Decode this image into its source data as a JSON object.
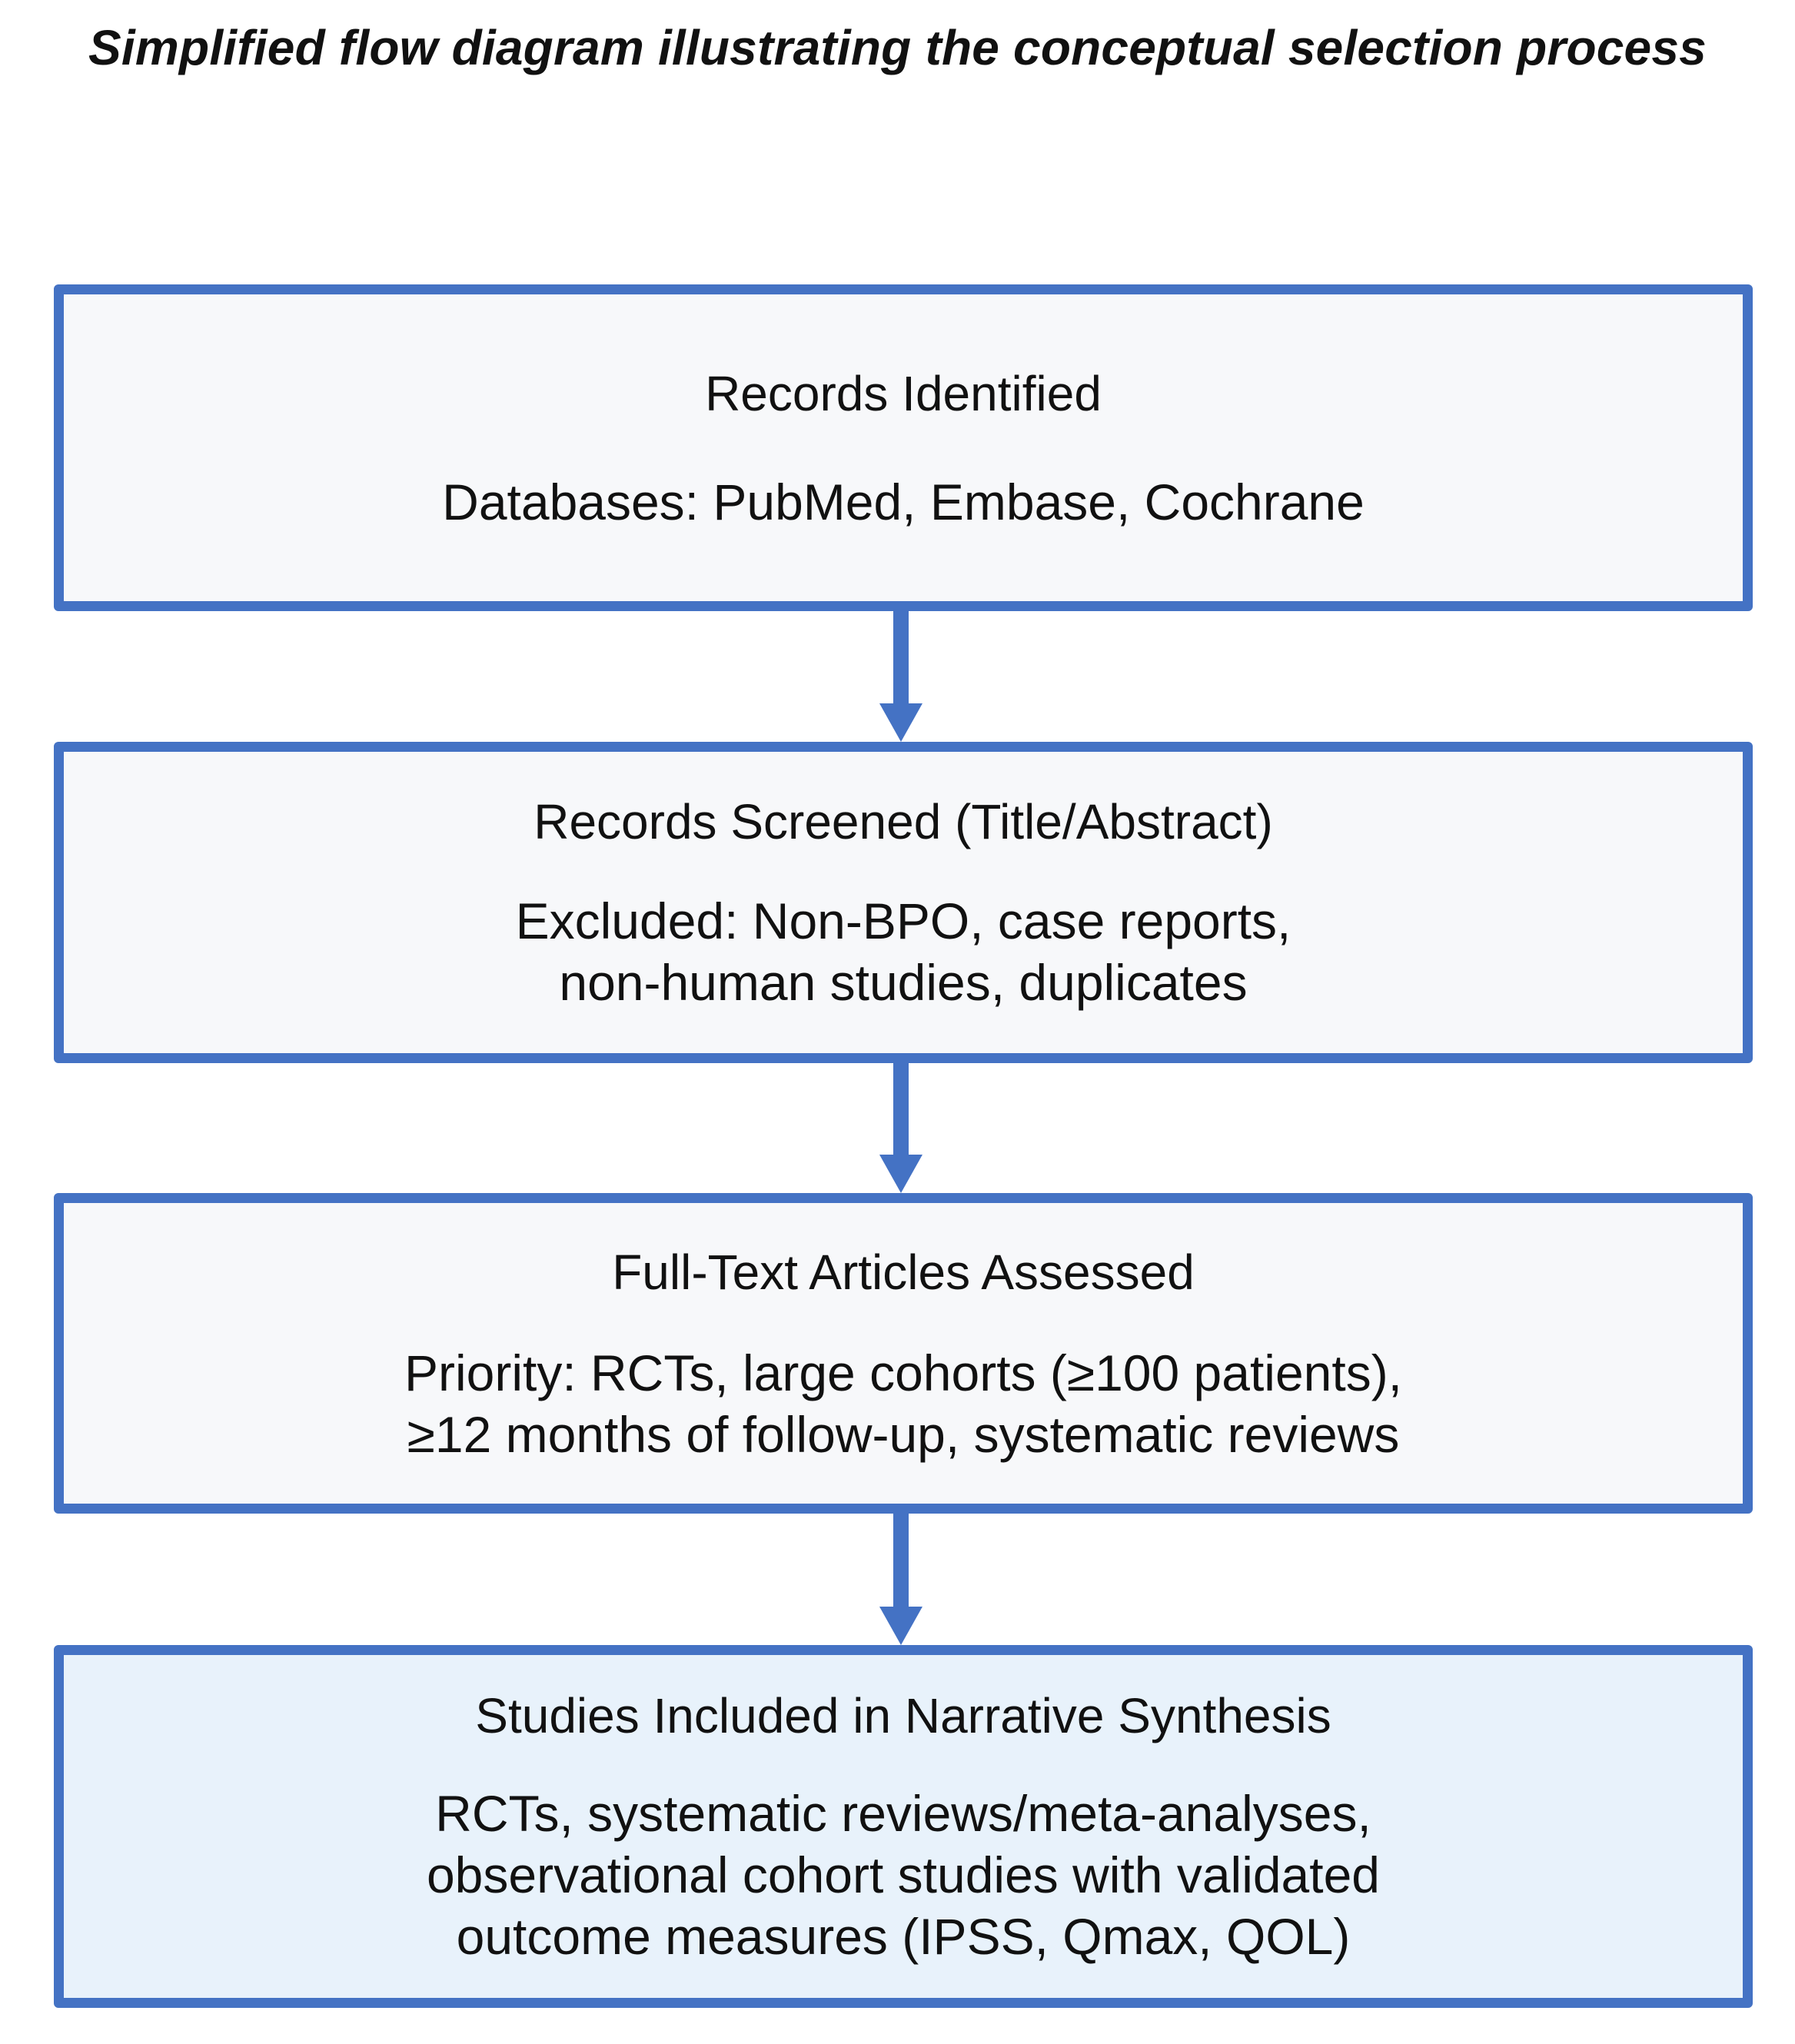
{
  "figure": {
    "title": "Simplified flow diagram illustrating the conceptual selection process",
    "colors": {
      "box_border": "#4472C4",
      "box_fill_plain": "#F7F8FA",
      "box_fill_accent": "#E8F2FB",
      "arrow": "#4472C4",
      "text": "#111111",
      "background": "#FFFFFF"
    }
  },
  "flow": {
    "steps": [
      {
        "id": "records-identified",
        "heading": "Records Identified",
        "body_lines": [
          "Databases: PubMed, Embase, Cochrane"
        ],
        "fill": "plain"
      },
      {
        "id": "records-screened",
        "heading": "Records Screened (Title/Abstract)",
        "body_lines": [
          "Excluded: Non-BPO, case reports,",
          "non-human studies, duplicates"
        ],
        "fill": "plain"
      },
      {
        "id": "full-text-assessed",
        "heading": "Full-Text Articles Assessed",
        "body_lines": [
          "Priority: RCTs, large cohorts (≥100 patients),",
          "≥12 months of follow-up, systematic reviews"
        ],
        "fill": "plain"
      },
      {
        "id": "studies-included",
        "heading": "Studies Included in Narrative Synthesis",
        "body_lines": [
          "RCTs, systematic reviews/meta-analyses,",
          "observational cohort studies with validated",
          "outcome measures (IPSS, Qmax, QOL)"
        ],
        "fill": "accent"
      }
    ],
    "connectors": [
      {
        "id": "arrow-identified-to-screened",
        "direction": "down"
      },
      {
        "id": "arrow-screened-to-fulltext",
        "direction": "down"
      },
      {
        "id": "arrow-fulltext-to-included",
        "direction": "down"
      }
    ]
  }
}
